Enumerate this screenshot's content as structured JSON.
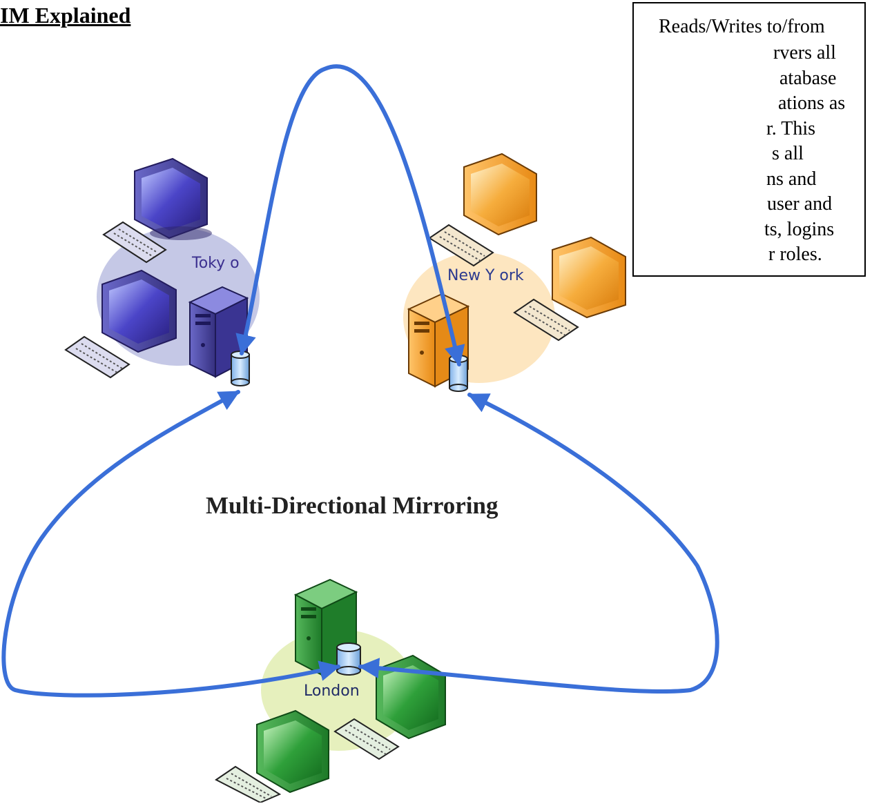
{
  "heading": "IM Explained",
  "note": {
    "first_line": "Reads/Writes to/from",
    "lines": [
      {
        "text": "rvers all",
        "indent": 202
      },
      {
        "text": "atabase",
        "indent": 211
      },
      {
        "text": "ations as",
        "indent": 209
      },
      {
        "text": "r. This",
        "indent": 192
      },
      {
        "text": "s all",
        "indent": 200
      },
      {
        "text": "ns and",
        "indent": 192
      },
      {
        "text": "user and",
        "indent": 193
      },
      {
        "text": "ts, logins",
        "indent": 189
      },
      {
        "text": "r roles.",
        "indent": 195
      }
    ]
  },
  "sites": {
    "tokyo": {
      "label": "Toky o",
      "color": "#3b2f8f"
    },
    "new_york": {
      "label": "New Y ork",
      "color": "#e58a17"
    },
    "london": {
      "label": "London",
      "color": "#1e8a2a"
    }
  },
  "caption": "Multi-Directional Mirroring",
  "colors": {
    "arrow": "#3a6fd8"
  }
}
